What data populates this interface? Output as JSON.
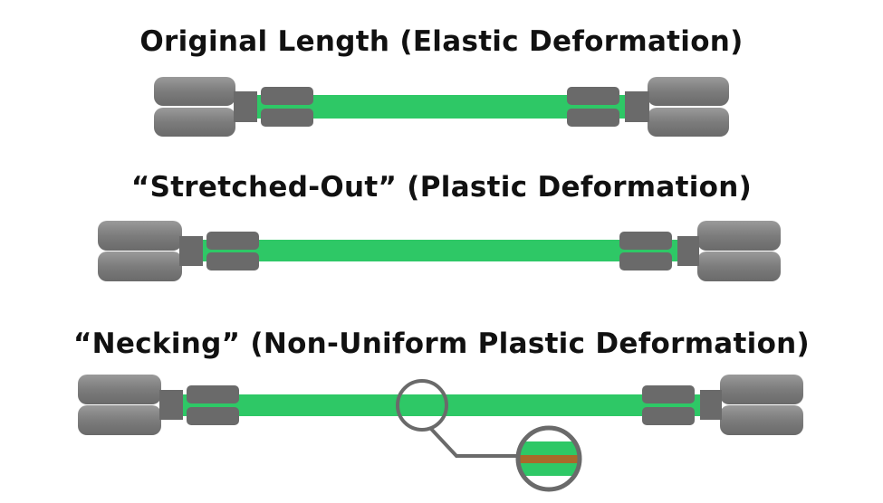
{
  "titles": {
    "original": "Original Length (Elastic Deformation)",
    "stretched": "“Stretched-Out” (Plastic Deformation)",
    "necking": "“Necking” (Non-Uniform Plastic Deformation)"
  },
  "colors": {
    "specimen": "#2ec866",
    "specimen_shade": "#22a852",
    "grip": "#808080",
    "grip_dark": "#606060",
    "neck": "#a86a2a",
    "callout": "#6a6a6a"
  }
}
